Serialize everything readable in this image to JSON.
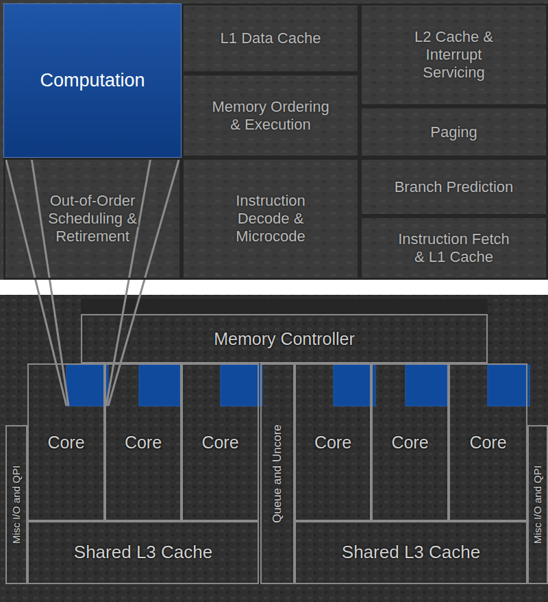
{
  "diagram": {
    "nodes": [
      {
        "text": [
          "Computation"
        ]
      },
      {
        "text": [
          "L1 Data Cache"
        ]
      },
      {
        "text": [
          "L2 Cache & Interrupt Servicing"
        ]
      },
      {
        "text": [
          "Memory Ordering & Execution"
        ]
      },
      {
        "text": [
          "Paging"
        ]
      },
      {
        "text": [
          "Out-of-Order Scheduling & Retirement"
        ]
      },
      {
        "text": [
          "Instruction Decode & Microcode"
        ]
      },
      {
        "text": [
          "Branch Prediction"
        ]
      },
      {
        "text": [
          "Instruction Fetch & L1 Cache"
        ]
      },
      {
        "text": [
          "Memory Controller"
        ]
      },
      {
        "text": [
          "Misc I/O and QPI"
        ]
      },
      {
        "text": [
          "Core"
        ]
      },
      {
        "text": [
          "Core"
        ]
      },
      {
        "text": [
          "Core"
        ]
      },
      {
        "text": [
          "Queue and Uncore"
        ]
      },
      {
        "text": [
          "Core"
        ]
      },
      {
        "text": [
          "Core"
        ]
      },
      {
        "text": [
          "Core"
        ]
      },
      {
        "text": [
          "Misc I/O and QPI"
        ]
      },
      {
        "text": [
          "Shared L3 Cache"
        ]
      },
      {
        "text": [
          "Shared L3 Cache"
        ]
      }
    ]
  }
}
